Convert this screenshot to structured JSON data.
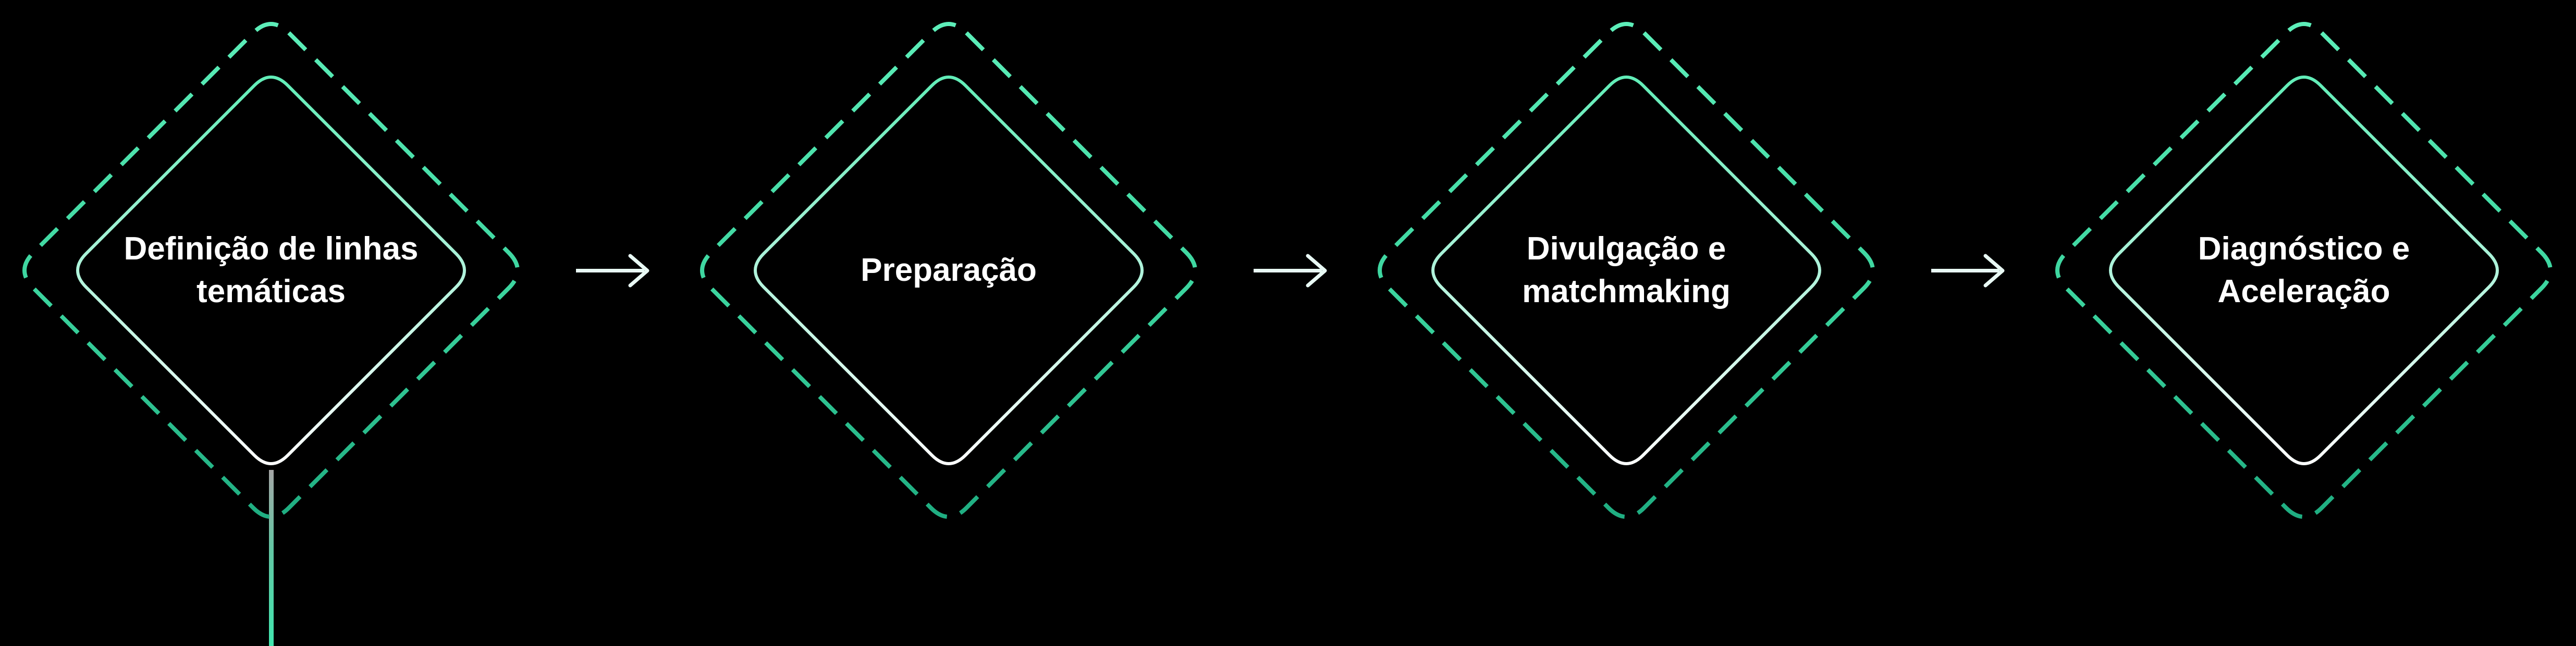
{
  "diagram": {
    "background": "#000000",
    "steps": [
      {
        "label": "Definição de linhas\ntemáticas"
      },
      {
        "label": "Preparação"
      },
      {
        "label": "Divulgação e\nmatchmaking"
      },
      {
        "label": "Diagnóstico e\nAceleração"
      }
    ],
    "arrows": {
      "count": 3,
      "color": "#E9FAF5"
    },
    "connector_line": {
      "from_step": 1,
      "direction": "down"
    },
    "colors": {
      "dashed_border_top": "#5EEFBA",
      "dashed_border_bottom": "#1EAC80",
      "inner_border_top": "#5EEDB6",
      "inner_border_mid": "#AFF3DB",
      "inner_border_bottom": "#FFFFFF",
      "text": "#FFFFFF",
      "drop_line_top": "#A6A6A6",
      "drop_line_bottom": "#41E6AF"
    }
  }
}
